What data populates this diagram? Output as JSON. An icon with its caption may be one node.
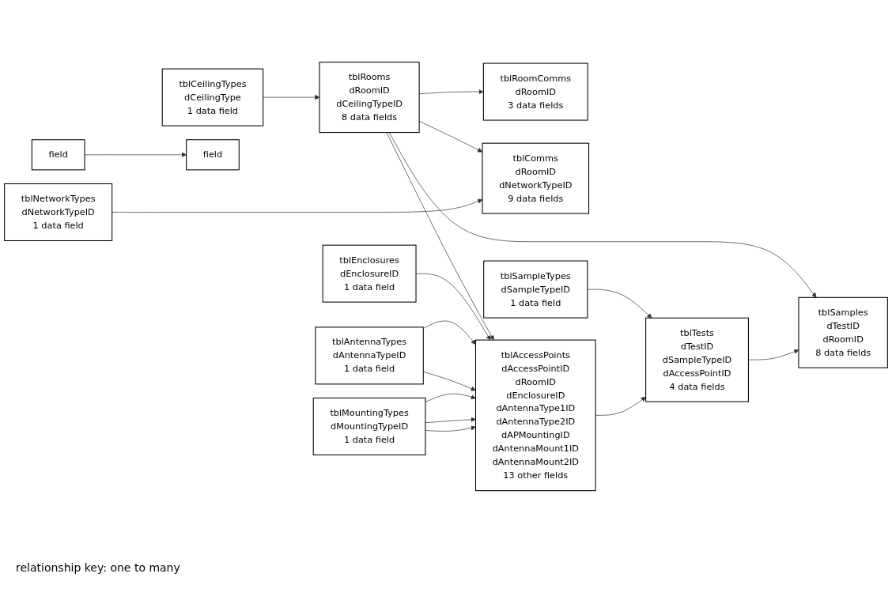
{
  "diagram": {
    "nodes": [
      {
        "text": [
          "tblRoomComms",
          "dRoomID",
          "3 data fields"
        ]
      },
      {
        "text": [
          "tblCeilingTypes",
          "dCeilingType",
          "1 data field"
        ]
      },
      {
        "text": [
          "tblRooms",
          "dRoomID",
          "dCeilingTypeID",
          "8 data fields"
        ]
      },
      {
        "text": [
          "tblComms",
          "dRoomID",
          "dNetworkTypeID",
          "9 data fields"
        ]
      },
      {
        "text": [
          "tblSamples",
          "dTestID",
          "dRoomID",
          "8 data fields"
        ]
      },
      {
        "text": [
          "tblAccessPoints",
          "dAccessPointID",
          "dRoomID",
          "dEnclosureID",
          "dAntennaType1ID",
          "dAntennaType2ID",
          "dAPMountingID",
          "dAntennaMount1ID",
          "dAntennaMount2ID",
          "13 other fields"
        ]
      },
      {
        "text": [
          "tblNetworkTypes",
          "dNetworkTypeID",
          "1 data field"
        ]
      },
      {
        "text": [
          "tblTests",
          "dTestID",
          "dSampleTypeID",
          "dAccessPointID",
          "4 data fields"
        ]
      },
      {
        "text": [
          "tblEnclosures",
          "dEnclosureID",
          "1 data field"
        ]
      },
      {
        "text": [
          "tblAntennaTypes",
          "dAntennaTypeID",
          "1 data field"
        ]
      },
      {
        "text": [
          "tblMountingTypes",
          "dMountingTypeID",
          "1 data field"
        ]
      },
      {
        "text": [
          "tblSampleTypes",
          "dSampleTypeID",
          "1 data field"
        ]
      },
      {
        "text": [
          "field"
        ]
      },
      {
        "text": [
          "field"
        ]
      }
    ],
    "edges": [
      {
        "from": 2,
        "to": 0,
        "arrow": "to"
      },
      {
        "from": 1,
        "to": 2,
        "arrow": "to"
      },
      {
        "from": 2,
        "to": 3,
        "arrow": "to"
      },
      {
        "from": 2,
        "to": 4,
        "arrow": "to"
      },
      {
        "from": 2,
        "to": 5,
        "arrow": "to"
      },
      {
        "from": 6,
        "to": 3,
        "arrow": "to"
      },
      {
        "from": 7,
        "to": 4,
        "arrow": "to"
      },
      {
        "from": 11,
        "to": 7,
        "arrow": "to"
      },
      {
        "from": 5,
        "to": 7,
        "arrow": "to"
      },
      {
        "from": 8,
        "to": 5,
        "arrow": "to"
      },
      {
        "from": 9,
        "to": 5,
        "arrow": "to"
      },
      {
        "from": 9,
        "to": 5,
        "arrow": "to"
      },
      {
        "from": 10,
        "to": 5,
        "arrow": "to"
      },
      {
        "from": 10,
        "to": 5,
        "arrow": "to"
      },
      {
        "from": 10,
        "to": 5,
        "arrow": "to"
      },
      {
        "from": 12,
        "to": 13,
        "arrow": "to"
      }
    ],
    "labels": [
      "relationship key: one to many"
    ]
  }
}
